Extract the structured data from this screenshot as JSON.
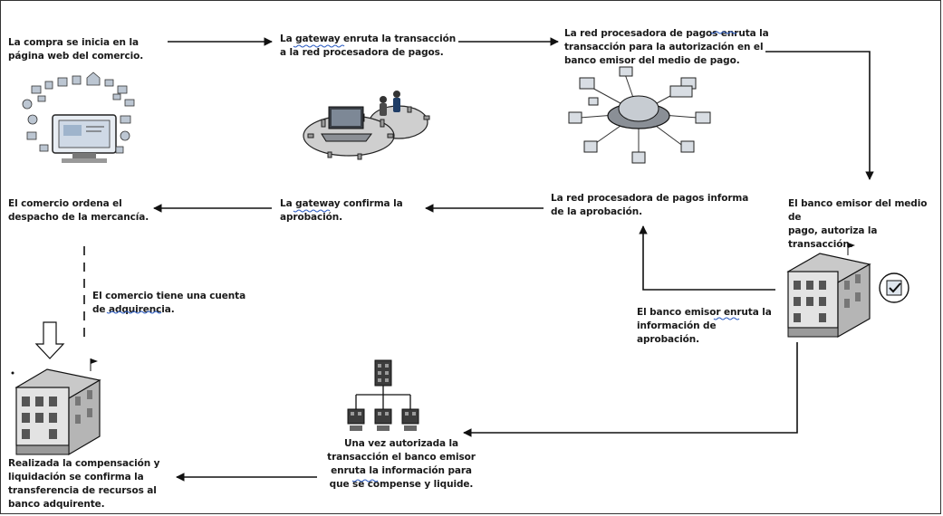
{
  "steps": {
    "s1": "La compra se inicia en la\npágina web del comercio.",
    "s2": "La gateway enruta la transacción\na la red procesadora de pagos.",
    "s3": "La red procesadora de pagos enruta la\ntransacción para la autorización en el\nbanco emisor del medio de pago.",
    "s4": "El banco emisor del medio de\npago, autoriza la transacción.",
    "s5": "El banco emisor enruta la\ninformación de aprobación.",
    "s6": "La red procesadora de pagos informa\nde la aprobación.",
    "s7": "La gateway  confirma la\naprobación.",
    "s8": "El comercio ordena el\ndespacho de la mercancía.",
    "s9": "El comercio tiene una cuenta\nde adquirencia.",
    "s10": "Una vez autorizada la\ntransacción el banco emisor\nenruta la información para\nque se compense y liquide.",
    "s11": "Realizada la compensación y\nliquidación se confirma la\ntransferencia de recursos al\nbanco adquirente."
  },
  "icons": {
    "ecommerce": "ecommerce-screen-icon",
    "gateway": "gateway-gears-icon",
    "network": "payment-network-icon",
    "issuer_bank": "issuer-bank-building-icon",
    "acquirer_bank": "acquirer-bank-building-icon",
    "org_chart": "org-chart-icon"
  }
}
